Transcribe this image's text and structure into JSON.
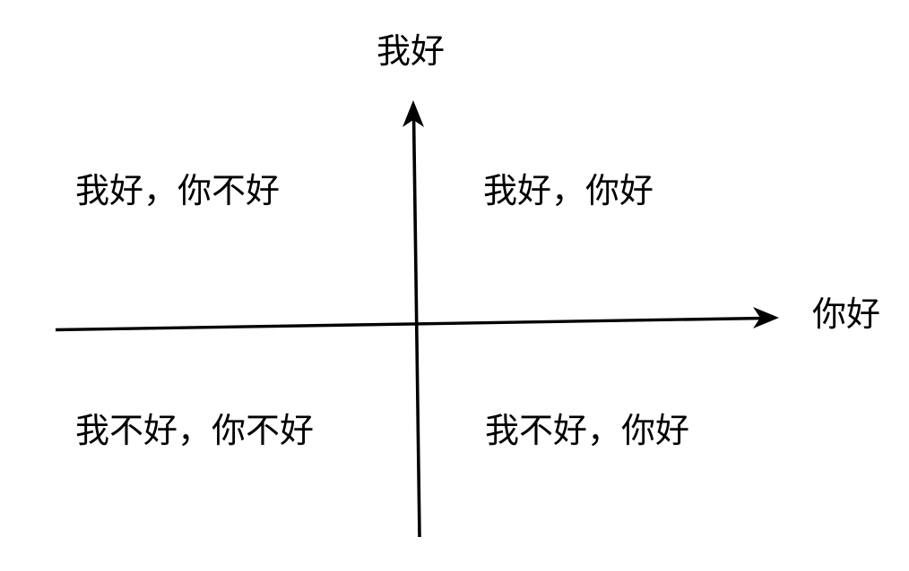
{
  "diagram": {
    "title": "Quadrant diagram",
    "background_color": "#ffffff",
    "line_color": "#000000",
    "text_color": "#000000",
    "axes": {
      "y_axis_label": "我好",
      "x_axis_label": "你好",
      "y_axis_label_name": "vertical-axis-label",
      "x_axis_label_name": "horizontal-axis-label"
    },
    "quadrants": [
      {
        "id": "q1",
        "position": "top-right",
        "label": "我好，你好"
      },
      {
        "id": "q2",
        "position": "top-left",
        "label": "我好，你不好"
      },
      {
        "id": "q3",
        "position": "bottom-left",
        "label": "我不好，你不好"
      },
      {
        "id": "q4",
        "position": "bottom-right",
        "label": "我不好，你好"
      }
    ]
  },
  "chart_data": {
    "type": "scatter",
    "title": "",
    "subtitle": "",
    "xlabel": "你好",
    "ylabel": "我好",
    "grid": false,
    "legend": "none",
    "axis_style": "arrow-headed cross through origin",
    "xlim": [
      -1,
      1
    ],
    "ylim": [
      -1,
      1
    ],
    "x_tick_labels": [],
    "y_tick_labels": [],
    "values": [],
    "annotations": [
      {
        "text": "我好，你不好",
        "quadrant": "top-left",
        "x": -0.5,
        "y": 0.55
      },
      {
        "text": "我好，你好",
        "quadrant": "top-right",
        "x": 0.35,
        "y": 0.55
      },
      {
        "text": "我不好，你不好",
        "quadrant": "bottom-left",
        "x": -0.5,
        "y": -0.45
      },
      {
        "text": "我不好，你好",
        "quadrant": "bottom-right",
        "x": 0.35,
        "y": -0.45
      }
    ]
  }
}
